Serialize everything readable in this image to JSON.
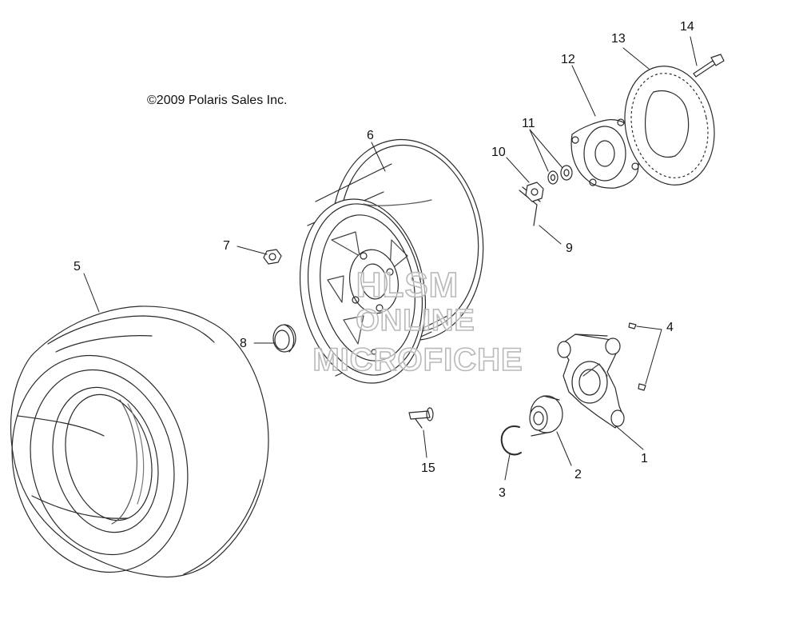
{
  "copyright": "©2009 Polaris Sales Inc.",
  "watermark": [
    "HLSM",
    "ONLINE",
    "MICROFICHE"
  ],
  "callouts": [
    "1",
    "2",
    "3",
    "4",
    "5",
    "6",
    "7",
    "8",
    "9",
    "10",
    "11",
    "12",
    "13",
    "14",
    "15"
  ],
  "colors": {
    "line": "#2a2a2a",
    "watermark": "#b9b9b9"
  }
}
